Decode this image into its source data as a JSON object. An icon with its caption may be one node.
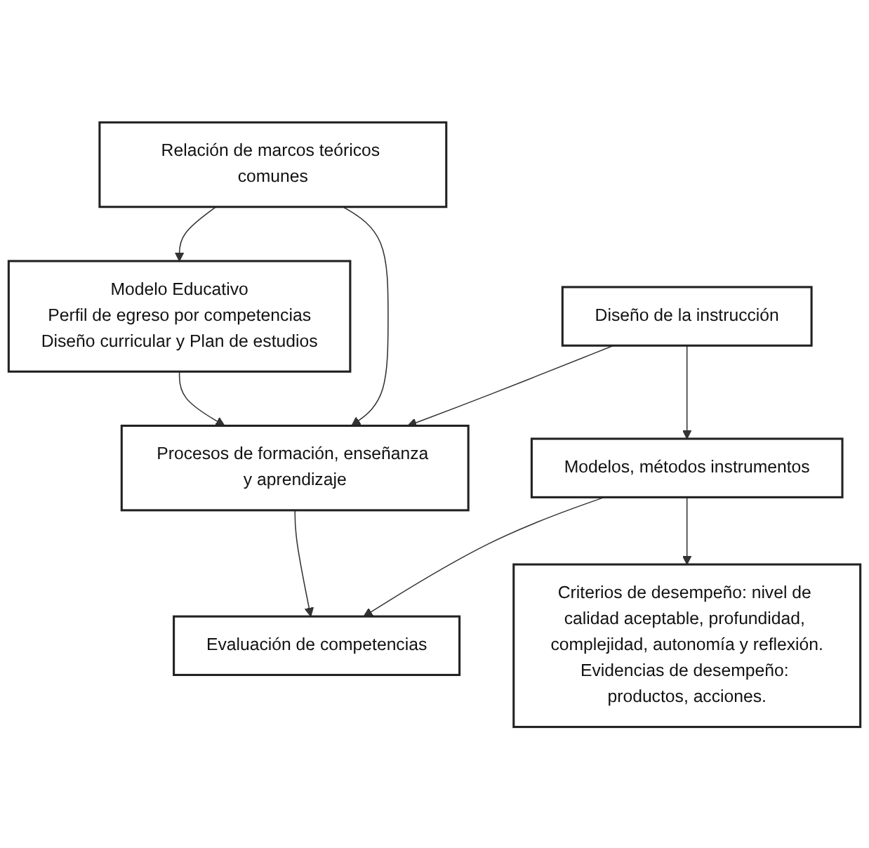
{
  "diagram": {
    "nodes": [
      {
        "text": [
          "Modelo Educativo",
          "Perfil de egreso por competencias",
          "Diseño curricular y Plan de estudios"
        ]
      },
      {
        "text": [
          "Relación de marcos teóricos comunes"
        ]
      },
      {
        "text": [
          "Procesos de formación, enseñanza y aprendizaje"
        ]
      },
      {
        "text": [
          "Evaluación de competencias"
        ]
      },
      {
        "text": [
          "Diseño de la instrucción"
        ]
      },
      {
        "text": [
          "Modelos, métodos instrumentos"
        ]
      },
      {
        "text": [
          "Criterios de desempeño: nivel de calidad aceptable, profundidad, complejidad, autonomía y reflexión.",
          "Evidencias de desempeño: productos, acciones."
        ]
      }
    ],
    "edges": [
      {
        "from": 1,
        "to": 0,
        "arrow": "to"
      },
      {
        "from": 0,
        "to": 2,
        "arrow": "to"
      },
      {
        "from": 1,
        "to": 2,
        "arrow": "to"
      },
      {
        "from": 2,
        "to": 3,
        "arrow": "to"
      },
      {
        "from": 4,
        "to": 2,
        "arrow": "to"
      },
      {
        "from": 4,
        "to": 5,
        "arrow": "to"
      },
      {
        "from": 5,
        "to": 3,
        "arrow": "to"
      },
      {
        "from": 5,
        "to": 6,
        "arrow": "to"
      }
    ]
  }
}
